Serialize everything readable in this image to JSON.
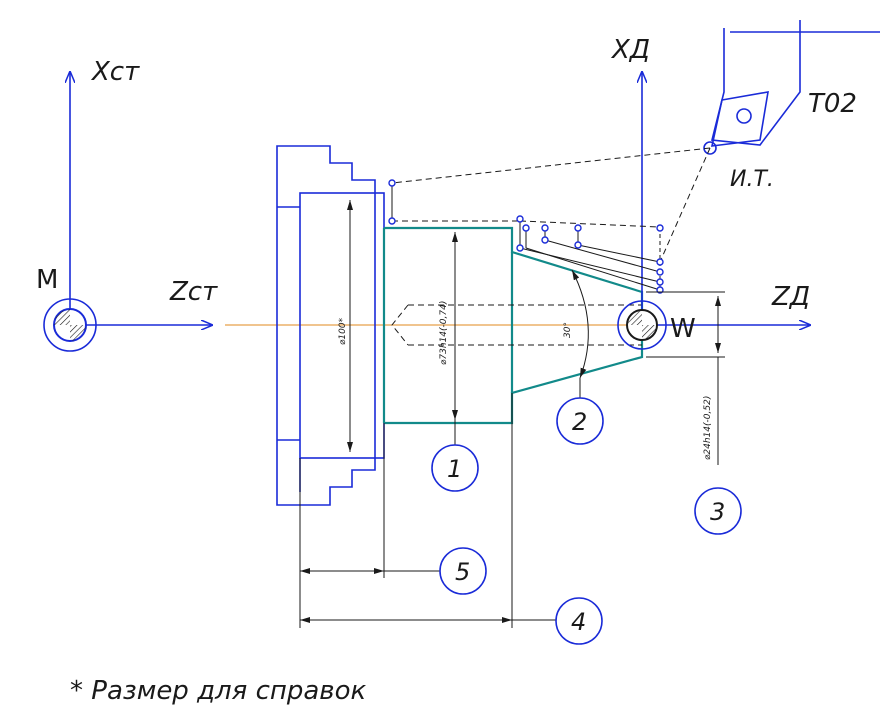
{
  "machine_axes": {
    "x_label": "Xст",
    "z_label": "Zст",
    "origin_label": "M"
  },
  "part_axes": {
    "x_label": "XД",
    "z_label": "ZД",
    "origin_label": "W"
  },
  "tool": {
    "name": "T02",
    "point_label": "И.Т."
  },
  "dimensions": {
    "chuck_diameter": "⌀100*",
    "step_diameter": "⌀73h14(-0,74)",
    "end_diameter": "⌀24h14(-0,52)",
    "cone_angle": "30°"
  },
  "callouts": [
    "1",
    "2",
    "3",
    "4",
    "5"
  ],
  "note": "* Размер для справок",
  "colors": {
    "axis": "#1a2bd8",
    "part_contour": "#128a8a",
    "centerline": "#e08a1e",
    "text": "#1a1a1a"
  }
}
